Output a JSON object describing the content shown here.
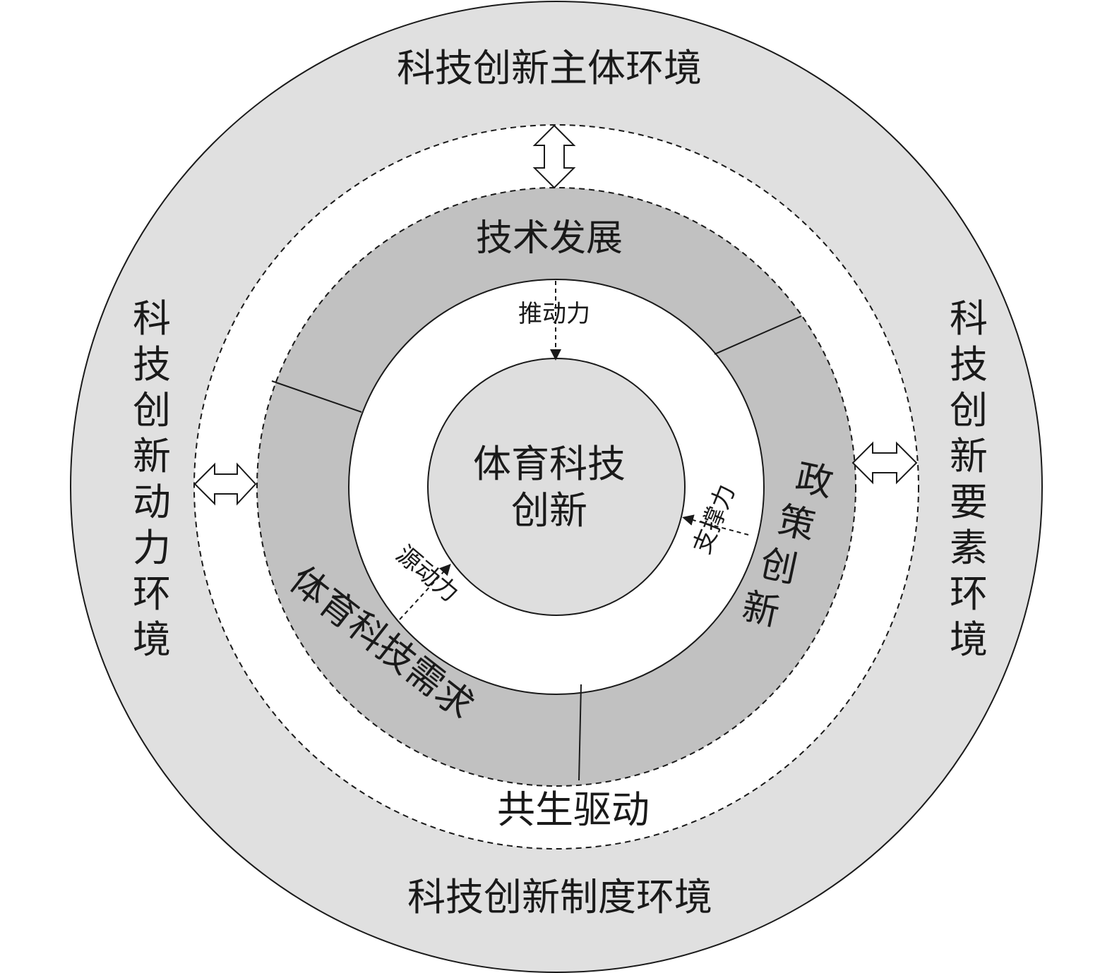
{
  "outer_ring": {
    "top": "科技创新主体环境",
    "bottom": "科技创新制度环境",
    "left": "科技创新动力环境",
    "right": "科技创新要素环境"
  },
  "middle_ring": {
    "top": "技术发展",
    "right": "政策创新",
    "left": "体育科技需求"
  },
  "center": {
    "line1": "体育科技",
    "line2": "创新"
  },
  "forces": {
    "top": "推动力",
    "right": "支撑力",
    "left": "源动力"
  },
  "bottom_label": "共生驱动",
  "colors": {
    "outer_ring": "#e0e0e0",
    "middle_ring": "#c1c1c1",
    "center": "#dedede",
    "line": "#1a1a1a"
  }
}
